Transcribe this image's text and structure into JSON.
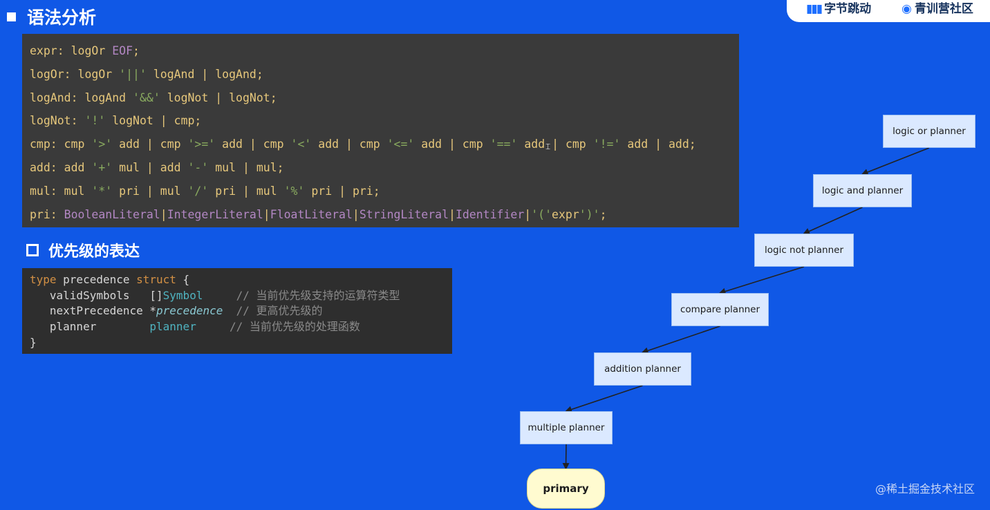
{
  "logos": {
    "brand_a": "字节跳动",
    "brand_b": "青训营社区"
  },
  "section1": {
    "title": "语法分析"
  },
  "grammar": [
    [
      {
        "c": "txt",
        "t": "expr: logOr "
      },
      {
        "c": "tok",
        "t": "EOF"
      },
      {
        "c": "txt",
        "t": ";"
      }
    ],
    [
      {
        "c": "txt",
        "t": "logOr: logOr "
      },
      {
        "c": "lit",
        "t": "'||'"
      },
      {
        "c": "txt",
        "t": " logAnd | logAnd;"
      }
    ],
    [
      {
        "c": "txt",
        "t": "logAnd: logAnd "
      },
      {
        "c": "lit",
        "t": "'&&'"
      },
      {
        "c": "txt",
        "t": " logNot | logNot;"
      }
    ],
    [
      {
        "c": "txt",
        "t": "logNot: "
      },
      {
        "c": "lit",
        "t": "'!'"
      },
      {
        "c": "txt",
        "t": " logNot | cmp;"
      }
    ],
    [
      {
        "c": "txt",
        "t": "cmp: cmp "
      },
      {
        "c": "lit",
        "t": "'>'"
      },
      {
        "c": "txt",
        "t": " add | cmp "
      },
      {
        "c": "lit",
        "t": "'>='"
      },
      {
        "c": "txt",
        "t": " add | cmp "
      },
      {
        "c": "lit",
        "t": "'<'"
      },
      {
        "c": "txt",
        "t": " add | cmp "
      },
      {
        "c": "lit",
        "t": "'<='"
      },
      {
        "c": "txt",
        "t": " add | cmp "
      },
      {
        "c": "lit",
        "t": "'=='"
      },
      {
        "c": "txt",
        "t": " add | cmp "
      },
      {
        "c": "lit",
        "t": "'!='"
      },
      {
        "c": "txt",
        "t": " add | add;"
      }
    ],
    [
      {
        "c": "txt",
        "t": "add: add "
      },
      {
        "c": "lit",
        "t": "'+'"
      },
      {
        "c": "txt",
        "t": " mul | add "
      },
      {
        "c": "lit",
        "t": "'-'"
      },
      {
        "c": "txt",
        "t": " mul | mul;"
      }
    ],
    [
      {
        "c": "txt",
        "t": "mul: mul "
      },
      {
        "c": "lit",
        "t": "'*'"
      },
      {
        "c": "txt",
        "t": " pri | mul "
      },
      {
        "c": "lit",
        "t": "'/'"
      },
      {
        "c": "txt",
        "t": " pri | mul "
      },
      {
        "c": "lit",
        "t": "'%'"
      },
      {
        "c": "txt",
        "t": " pri | pri;"
      }
    ],
    [
      {
        "c": "txt",
        "t": "pri: "
      },
      {
        "c": "tok",
        "t": "BooleanLiteral"
      },
      {
        "c": "txt",
        "t": "|"
      },
      {
        "c": "tok",
        "t": "IntegerLiteral"
      },
      {
        "c": "txt",
        "t": "|"
      },
      {
        "c": "tok",
        "t": "FloatLiteral"
      },
      {
        "c": "txt",
        "t": "|"
      },
      {
        "c": "tok",
        "t": "StringLiteral"
      },
      {
        "c": "txt",
        "t": "|"
      },
      {
        "c": "tok",
        "t": "Identifier"
      },
      {
        "c": "txt",
        "t": "|"
      },
      {
        "c": "lit",
        "t": "'('"
      },
      {
        "c": "txt",
        "t": "expr"
      },
      {
        "c": "lit",
        "t": "')'"
      },
      {
        "c": "txt",
        "t": ";"
      }
    ]
  ],
  "section2": {
    "title": "优先级的表达"
  },
  "struct_code": [
    [
      {
        "c": "kw",
        "t": "type"
      },
      {
        "c": "txt2",
        "t": " precedence "
      },
      {
        "c": "kw",
        "t": "struct"
      },
      {
        "c": "txt2",
        "t": " {"
      }
    ],
    [
      {
        "c": "txt2",
        "t": "   validSymbols   []"
      },
      {
        "c": "ty",
        "t": "Symbol"
      },
      {
        "c": "cm",
        "t": "     // 当前优先级支持的运算符类型"
      }
    ],
    [
      {
        "c": "txt2",
        "t": "   nextPrecedence *"
      },
      {
        "c": "pt",
        "t": "precedence"
      },
      {
        "c": "cm",
        "t": "  // 更高优先级的"
      }
    ],
    [
      {
        "c": "txt2",
        "t": "   planner        "
      },
      {
        "c": "ty",
        "t": "planner"
      },
      {
        "c": "cm",
        "t": "     // 当前优先级的处理函数"
      }
    ],
    [
      {
        "c": "txt2",
        "t": "}"
      }
    ]
  ],
  "diagram": {
    "nodes": [
      {
        "label": "logic or planner"
      },
      {
        "label": "logic and planner"
      },
      {
        "label": "logic not planner"
      },
      {
        "label": "compare planner"
      },
      {
        "label": "addition planner"
      },
      {
        "label": "multiple planner"
      }
    ],
    "terminal": {
      "label": "primary"
    },
    "edges": [
      [
        0,
        1
      ],
      [
        1,
        2
      ],
      [
        2,
        3
      ],
      [
        3,
        4
      ],
      [
        4,
        5
      ],
      [
        5,
        6
      ]
    ]
  },
  "watermark": "@稀土掘金技术社区"
}
